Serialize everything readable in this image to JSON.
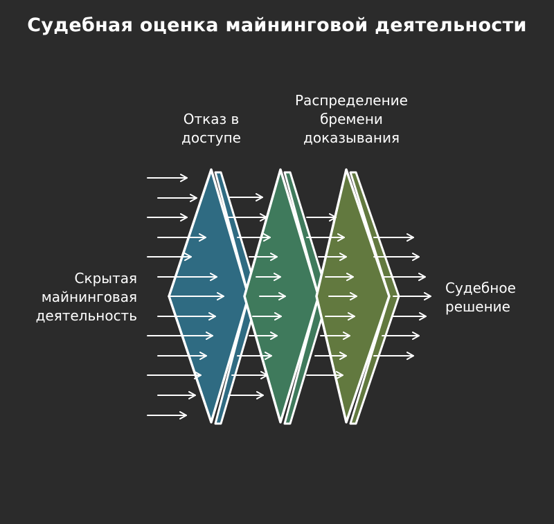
{
  "title": "Судебная оценка майнинговой деятельности",
  "labels": {
    "stage1": "Отказ в доступе",
    "stage2": "Распределение бремени доказывания",
    "input": "Скрытая майнинговая деятельность",
    "output": "Судебное решение"
  },
  "stages": [
    {
      "color": "#2f6b82"
    },
    {
      "color": "#3f7a5c"
    },
    {
      "color": "#62793f"
    }
  ]
}
